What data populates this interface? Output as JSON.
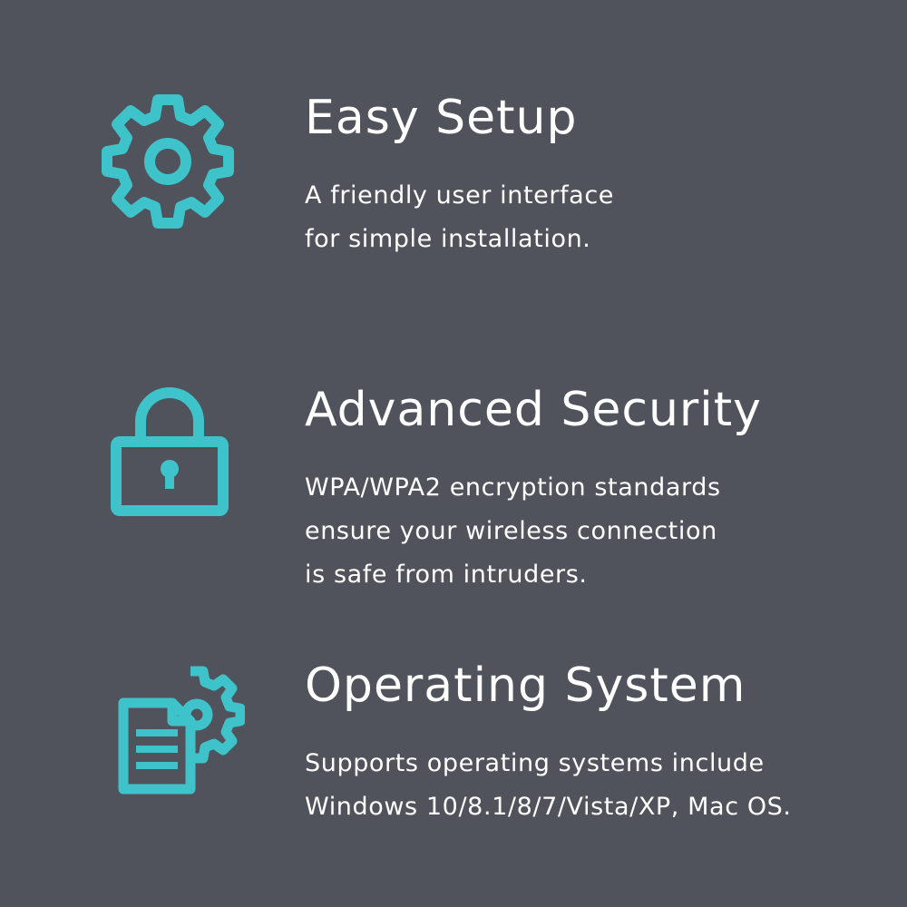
{
  "colors": {
    "background": "#50535b",
    "accent": "#3fc3cb",
    "text": "#ffffff"
  },
  "features": [
    {
      "icon": "gear-icon",
      "title": "Easy Setup",
      "lines": [
        "A friendly user interface",
        "for simple installation."
      ]
    },
    {
      "icon": "lock-icon",
      "title": "Advanced Security",
      "lines": [
        "WPA/WPA2 encryption standards",
        "ensure your wireless connection",
        "is safe from intruders."
      ]
    },
    {
      "icon": "document-gear-icon",
      "title": "Operating System",
      "lines": [
        "Supports operating systems include",
        "Windows 10/8.1/8/7/Vista/XP, Mac OS."
      ]
    }
  ]
}
